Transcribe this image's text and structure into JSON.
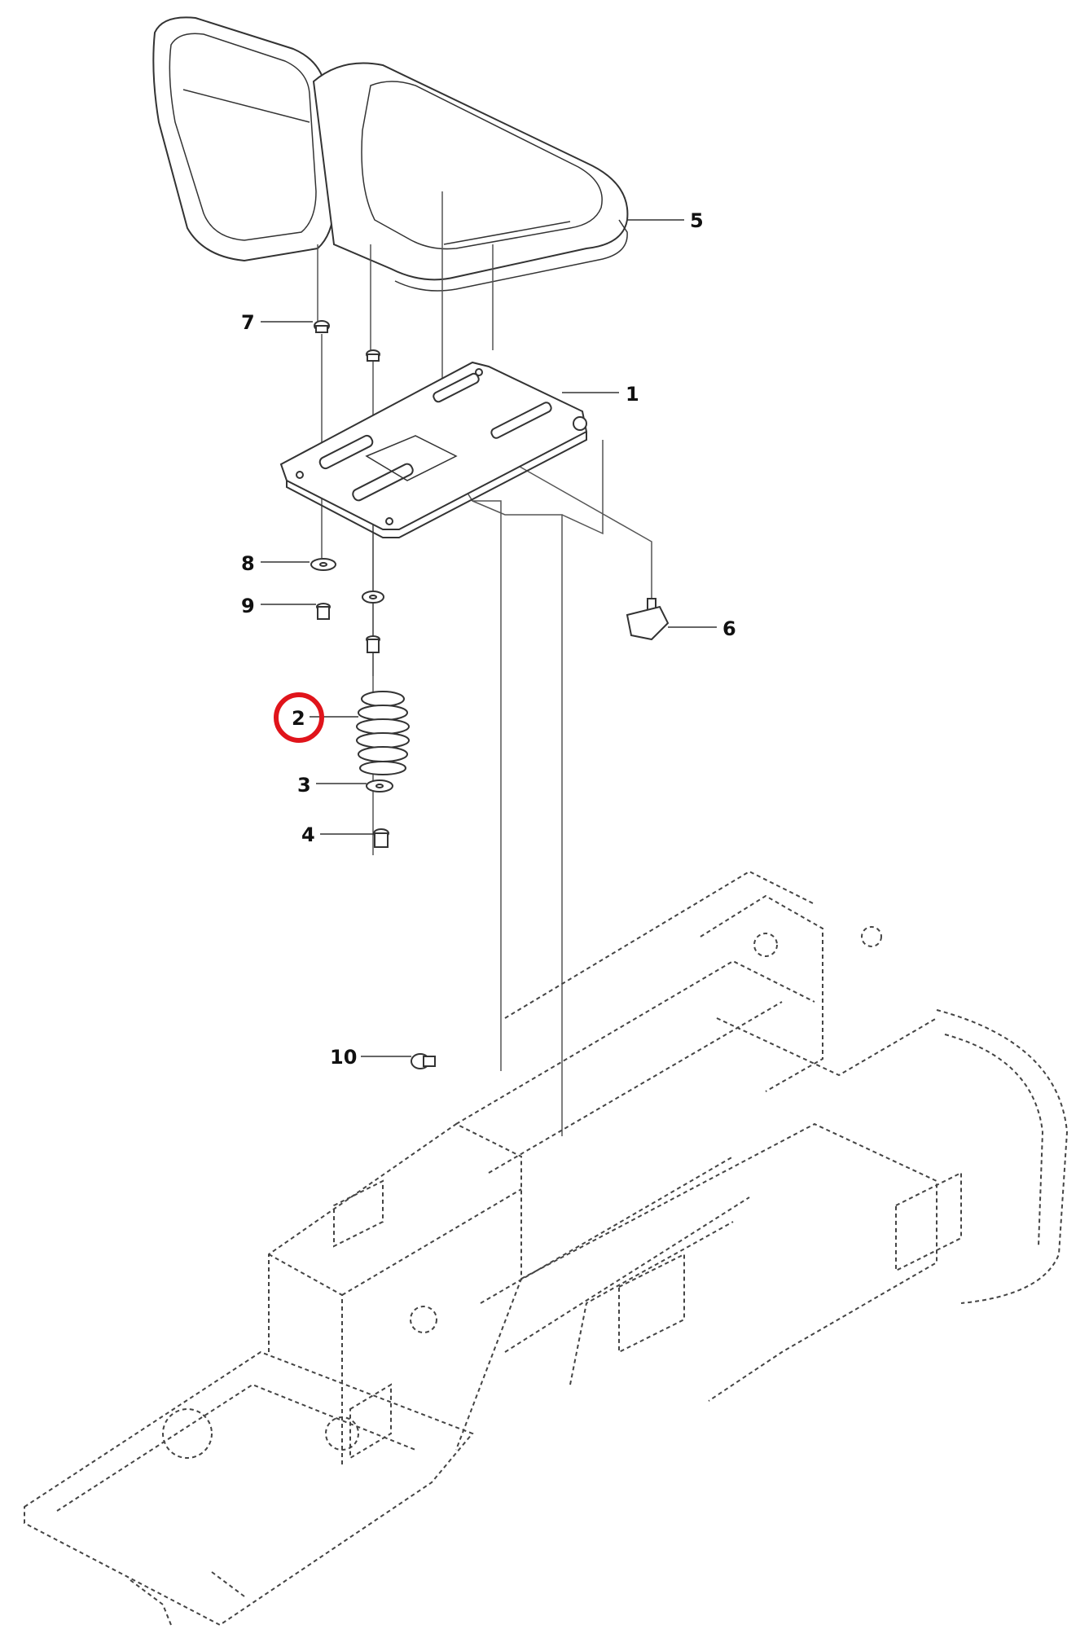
{
  "diagram": {
    "highlight_color": "#e0141b",
    "line_color": "#333333",
    "callouts": {
      "c1": "1",
      "c2": "2",
      "c3": "3",
      "c4": "4",
      "c5": "5",
      "c6": "6",
      "c7": "7",
      "c8": "8",
      "c9": "9",
      "c10": "10"
    },
    "highlighted_callout": "2"
  }
}
